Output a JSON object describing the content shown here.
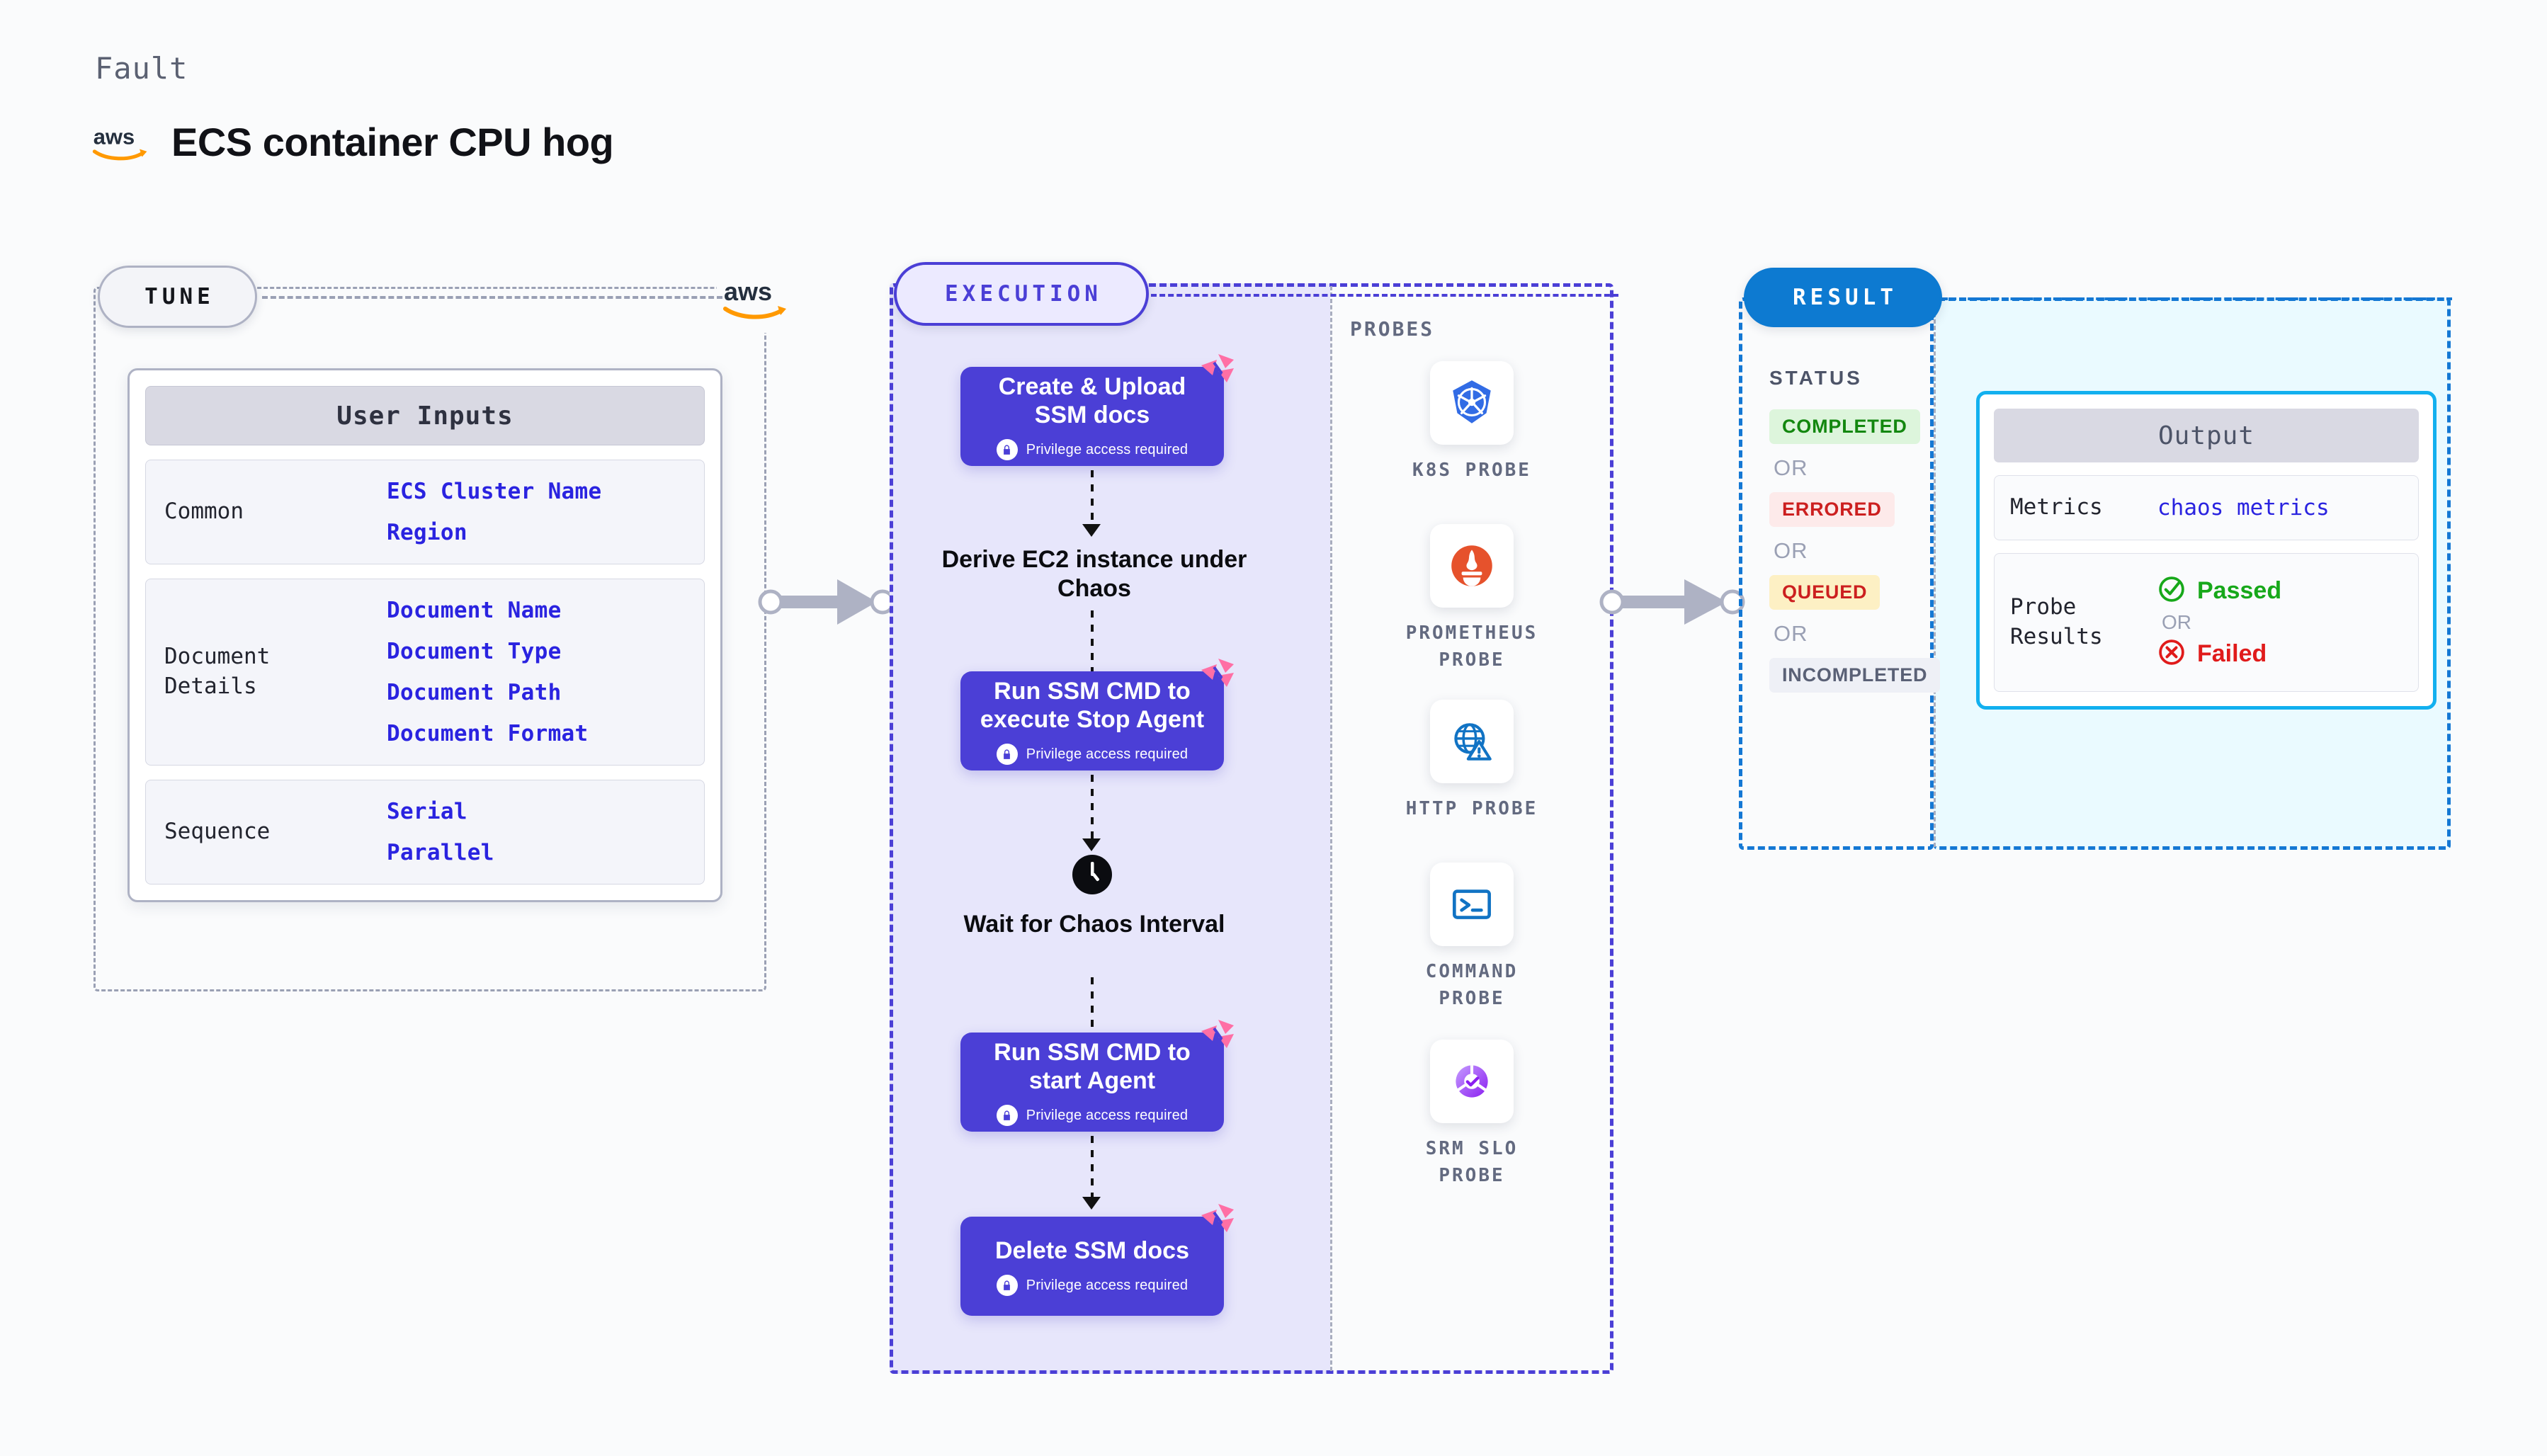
{
  "header": {
    "kicker": "Fault",
    "title": "ECS container CPU hog",
    "logo": "aws-logo"
  },
  "tune": {
    "badge": "TUNE",
    "logo": "aws-logo",
    "card": {
      "title": "User Inputs",
      "sections": [
        {
          "label": "Common",
          "values": [
            "ECS Cluster Name",
            "Region"
          ]
        },
        {
          "label": "Document\nDetails",
          "values": [
            "Document Name",
            "Document Type",
            "Document Path",
            "Document Format"
          ]
        },
        {
          "label": "Sequence",
          "values": [
            "Serial",
            "Parallel"
          ]
        }
      ]
    }
  },
  "execution": {
    "badge": "EXECUTION",
    "privilege_note": "Privilege access required",
    "steps": [
      {
        "type": "action",
        "title": "Create & Upload SSM docs",
        "privileged": true,
        "icon": "litmus-icon"
      },
      {
        "type": "plain",
        "title": "Derive EC2 instance under Chaos",
        "icon": null
      },
      {
        "type": "action",
        "title": "Run SSM CMD to execute Stop Agent",
        "privileged": true,
        "icon": "litmus-icon"
      },
      {
        "type": "plain",
        "title": "Wait for Chaos Interval",
        "icon": "clock-icon"
      },
      {
        "type": "action",
        "title": "Run SSM CMD to start Agent",
        "privileged": true,
        "icon": "litmus-icon"
      },
      {
        "type": "action",
        "title": "Delete SSM docs",
        "privileged": true,
        "icon": "litmus-icon"
      }
    ]
  },
  "probes": {
    "title": "PROBES",
    "items": [
      {
        "label": "K8S PROBE",
        "icon": "kubernetes-icon"
      },
      {
        "label": "PROMETHEUS PROBE",
        "icon": "prometheus-icon"
      },
      {
        "label": "HTTP PROBE",
        "icon": "http-globe-icon"
      },
      {
        "label": "COMMAND PROBE",
        "icon": "terminal-icon"
      },
      {
        "label": "SRM SLO PROBE",
        "icon": "srm-slo-icon"
      }
    ]
  },
  "result": {
    "badge": "RESULT",
    "status_title": "STATUS",
    "or_label": "OR",
    "statuses": [
      {
        "label": "COMPLETED",
        "bg": "#ddf5dc",
        "fg": "#13870f"
      },
      {
        "label": "ERRORED",
        "bg": "#fdeaea",
        "fg": "#cc1f1f"
      },
      {
        "label": "QUEUED",
        "bg": "#fdf0c4",
        "fg": "#cc1f1f"
      },
      {
        "label": "INCOMPLETED",
        "bg": "#eef0f6",
        "fg": "#5a6176"
      }
    ],
    "output": {
      "title": "Output",
      "metrics_label": "Metrics",
      "metrics_value": "chaos metrics",
      "probe_results_label": "Probe Results",
      "passed": "Passed",
      "failed": "Failed",
      "or_label": "OR",
      "passed_color": "#17a81a",
      "failed_color": "#e01b1b"
    }
  },
  "colors": {
    "accent_purple": "#4b3fd6",
    "accent_blue": "#0d7ad1",
    "accent_cyan": "#12b0ef",
    "pink": "#ff6fa5",
    "gray_dash": "#9aa0b4"
  }
}
